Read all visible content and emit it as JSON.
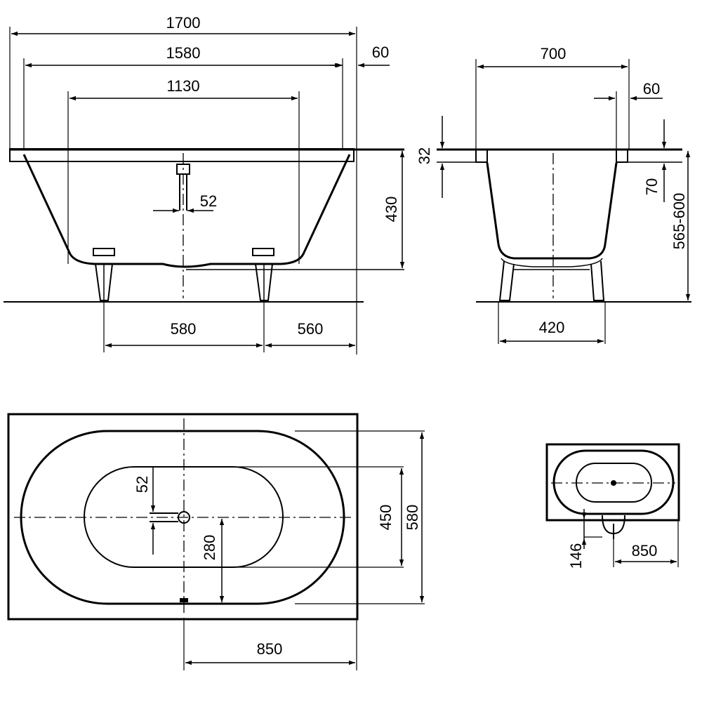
{
  "diagram": {
    "side_view": {
      "overall_length": "1700",
      "inner_length": "1580",
      "rim_width": "60",
      "bottom_length": "1130",
      "drain_offset": "52",
      "depth": "430",
      "leg_spacing": "580",
      "leg_to_end": "560"
    },
    "end_view": {
      "overall_width": "700",
      "rim_width": "60",
      "rim_thickness": "32",
      "rim_inset": "70",
      "height_range": "565-600",
      "bottom_width": "420"
    },
    "top_view": {
      "drain_offset": "52",
      "drain_to_edge": "280",
      "inner_width": "450",
      "outer_width": "580",
      "drain_to_end": "850"
    },
    "mini_view": {
      "drain_offset": "146",
      "drain_to_end": "850"
    }
  }
}
